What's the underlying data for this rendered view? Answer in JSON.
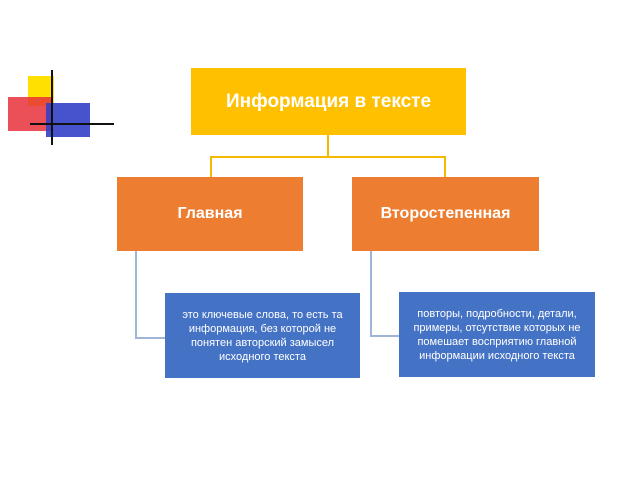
{
  "colors": {
    "root": "#ffc000",
    "main": "#ed7d31",
    "detail": "#4472c4",
    "connector": "#f2b900",
    "detail_connector": "#9fb4d9",
    "deco_yellow": "#ffe000",
    "deco_red": "#e8303a",
    "deco_blue": "#3340c8"
  },
  "diagram": {
    "root": "Информация в тексте",
    "branches": [
      {
        "label": "Главная",
        "detail": "это ключевые слова, то есть та информация, без которой не понятен авторский замысел исходного текста"
      },
      {
        "label": "Второстепенная",
        "detail": "повторы, подробности, детали, примеры, отсутствие которых не помешает восприятию главной информации исходного текста"
      }
    ]
  }
}
